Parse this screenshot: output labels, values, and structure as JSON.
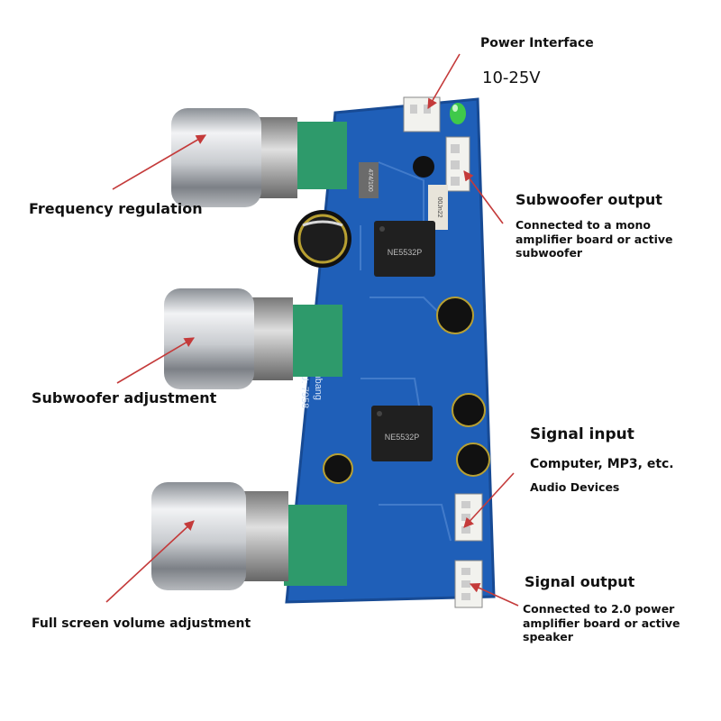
{
  "labels": {
    "power_interface": "Power Interface",
    "voltage": "10-25V",
    "subwoofer_output": "Subwoofer output",
    "subwoofer_output_desc_1": "Connected to a mono",
    "subwoofer_output_desc_2": "amplifier board or active",
    "subwoofer_output_desc_3": "subwoofer",
    "frequency_regulation": "Frequency regulation",
    "subwoofer_adjustment": "Subwoofer adjustment",
    "full_volume_adjustment": "Full screen volume adjustment",
    "signal_input": "Signal input",
    "signal_input_desc_1": "Computer, MP3, etc.",
    "signal_input_desc_2": "Audio Devices",
    "signal_output": "Signal output",
    "signal_output_desc_1": "Connected to 2.0 power",
    "signal_output_desc_2": "amplifier board or active",
    "signal_output_desc_3": "speaker"
  },
  "board_text": {
    "brand": "Sunbang",
    "sku": "SKU: 7958",
    "ic_top": "NE5532P",
    "ic_bottom": "NE5532P",
    "chip_label": "474/100",
    "cap_label": "00Jn22"
  },
  "colors": {
    "pcb": "#1f5fb8",
    "pcb_dark": "#174a94",
    "pot_green": "#2e9a6b",
    "arrow": "#c43a3a",
    "knob": "#c9ccd0"
  }
}
